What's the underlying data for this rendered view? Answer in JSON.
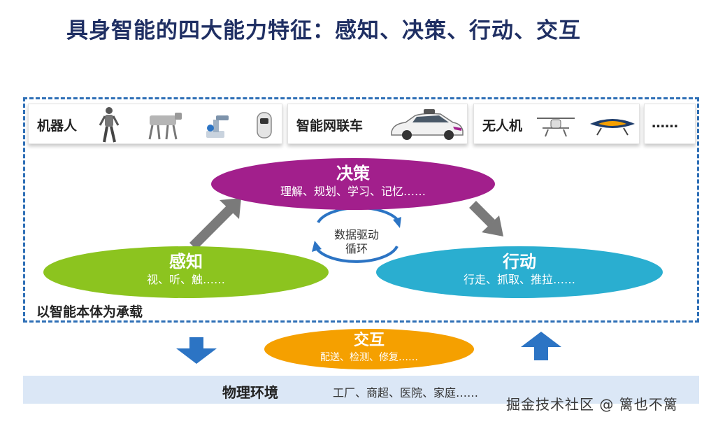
{
  "title": "具身智能的四大能力特征：感知、决策、行动、交互",
  "embodiments": {
    "robot": "机器人",
    "car": "智能网联车",
    "drone": "无人机",
    "more": "……"
  },
  "decision": {
    "label": "决策",
    "sub": "理解、规划、学习、记忆……"
  },
  "perception": {
    "label": "感知",
    "sub": "视、听、触……"
  },
  "action": {
    "label": "行动",
    "sub": "行走、抓取、推拉……"
  },
  "cycle": {
    "line1": "数据驱动",
    "line2": "循环"
  },
  "carrier": "以智能本体为承载",
  "interaction": {
    "label": "交互",
    "sub": "配送、检测、修复……"
  },
  "environment": {
    "title": "物理环境",
    "items": "工厂、商超、医院、家庭……"
  },
  "watermark": "掘金技术社区 @ 篱也不篱",
  "colors": {
    "decision": "#a21f8c",
    "perception": "#8cc41f",
    "action": "#2aaed0",
    "interaction": "#f5a000",
    "frame": "#2e6fb6",
    "arrow_blue": "#2c74c4",
    "arrow_gray": "#7a7a7a"
  }
}
